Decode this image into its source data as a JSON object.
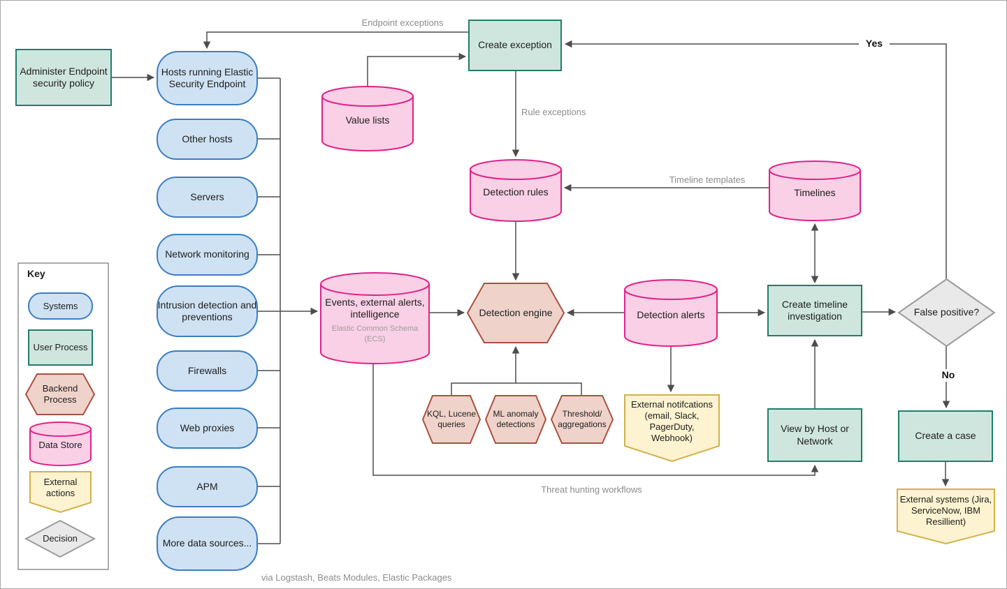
{
  "nodes": {
    "admin_policy": {
      "label": "Administer Endpoint security policy",
      "type": "user-process"
    },
    "hosts_endpoint": {
      "label": "Hosts running Elastic Security Endpoint",
      "type": "system"
    },
    "other_hosts": {
      "label": "Other hosts",
      "type": "system"
    },
    "servers": {
      "label": "Servers",
      "type": "system"
    },
    "network_monitoring": {
      "label": "Network monitoring",
      "type": "system"
    },
    "intrusion": {
      "label": "Intrusion detection and preventions",
      "type": "system"
    },
    "firewalls": {
      "label": "Firewalls",
      "type": "system"
    },
    "web_proxies": {
      "label": "Web proxies",
      "type": "system"
    },
    "apm": {
      "label": "APM",
      "type": "system"
    },
    "more_sources": {
      "label": "More data sources...",
      "type": "system"
    },
    "value_lists": {
      "label": "Value lists",
      "type": "data-store"
    },
    "create_exception": {
      "label": "Create exception",
      "type": "user-process"
    },
    "detection_rules": {
      "label": "Detection rules",
      "type": "data-store"
    },
    "timelines": {
      "label": "Timelines",
      "type": "data-store"
    },
    "events": {
      "label": "Events, external alerts, intelligence",
      "sublabel": "Elastic Common Schema (ECS)",
      "type": "data-store"
    },
    "detection_engine": {
      "label": "Detection engine",
      "type": "backend-process"
    },
    "detection_alerts": {
      "label": "Detection alerts",
      "type": "data-store"
    },
    "create_timeline": {
      "label": "Create timeline investigation",
      "type": "user-process"
    },
    "false_positive": {
      "label": "False positive?",
      "type": "decision"
    },
    "kql": {
      "label": "KQL, Lucene queries",
      "type": "backend-process"
    },
    "ml_anomaly": {
      "label": "ML anomaly detections",
      "type": "backend-process"
    },
    "threshold": {
      "label": "Threshold/ aggregations",
      "type": "backend-process"
    },
    "external_notifications": {
      "label": "External notifcations (email, Slack, PagerDuty, Webhook)",
      "type": "external-actions"
    },
    "view_by_host": {
      "label": "View by Host or Network",
      "type": "user-process"
    },
    "create_case": {
      "label": "Create a case",
      "type": "user-process"
    },
    "external_systems": {
      "label": "External systems (Jira, ServiceNow, IBM Resillient)",
      "type": "external-actions"
    }
  },
  "edge_labels": {
    "endpoint_exceptions": "Endpoint exceptions",
    "rule_exceptions": "Rule exceptions",
    "timeline_templates": "Timeline templates",
    "yes": "Yes",
    "no": "No",
    "threat_hunting": "Threat hunting workflows",
    "via_logstash": "via Logstash, Beats Modules, Elastic Packages"
  },
  "key": {
    "title": "Key",
    "items": [
      {
        "label": "Systems"
      },
      {
        "label": "User Process"
      },
      {
        "label": "Backend Process"
      },
      {
        "label": "Data Store"
      },
      {
        "label": "External actions"
      },
      {
        "label": "Decision"
      }
    ]
  },
  "colors": {
    "systems_fill": "#cfe2f3",
    "systems_border": "#3b7dc4",
    "user_process_fill": "#cfe6de",
    "user_process_border": "#1f7d6a",
    "backend_fill": "#efd3ca",
    "backend_border": "#aa5140",
    "data_store_fill": "#f9d0e5",
    "data_store_border": "#e0218a",
    "external_fill": "#fdf3d0",
    "external_border": "#d2b14b",
    "decision_fill": "#e9e9e9",
    "decision_border": "#9b9b9b",
    "connector": "#4d4d4d",
    "edge_label": "#8c8c8c"
  }
}
